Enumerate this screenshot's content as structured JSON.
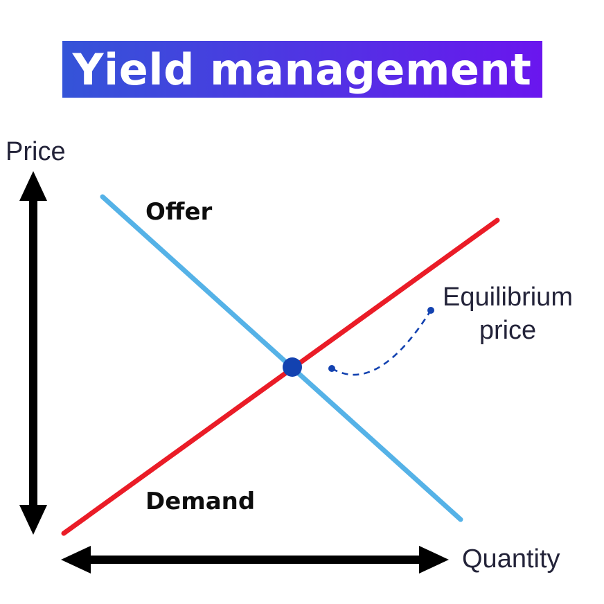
{
  "title": {
    "text": "Yield management"
  },
  "axes": {
    "y_label": "Price",
    "x_label": "Quantity"
  },
  "curves": {
    "offer": {
      "label": "Offer"
    },
    "demand": {
      "label": "Demand"
    }
  },
  "annotation": {
    "line1": "Equilibrium",
    "line2": "price"
  },
  "colors": {
    "banner_gradient_start": "#3454d8",
    "banner_gradient_end": "#6a16ee",
    "title_text": "#ffffff",
    "axis_arrow": "#000000",
    "offer_line": "#55b2e7",
    "demand_line": "#ea1c27",
    "equilibrium": "#1342b0",
    "label_text": "#232339",
    "curve_label_text": "#0d0d0d"
  }
}
